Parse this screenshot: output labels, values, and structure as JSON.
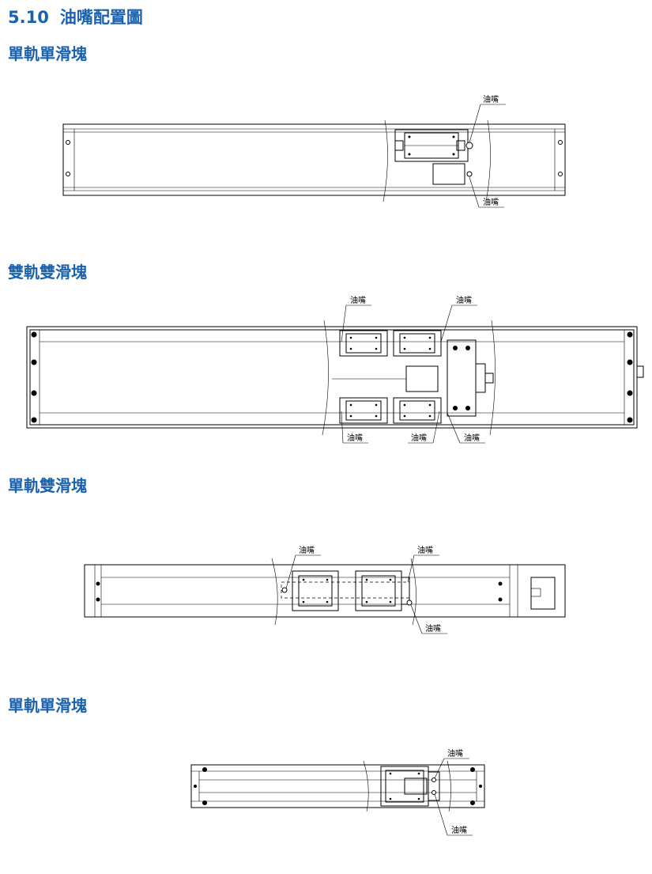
{
  "title": {
    "number": "5.10",
    "text": "油嘴配置圖"
  },
  "sections": [
    {
      "heading": "單軌單滑塊"
    },
    {
      "heading": "雙軌雙滑塊"
    },
    {
      "heading": "單軌雙滑塊"
    },
    {
      "heading": "單軌單滑塊"
    }
  ],
  "callout": "油嘴"
}
